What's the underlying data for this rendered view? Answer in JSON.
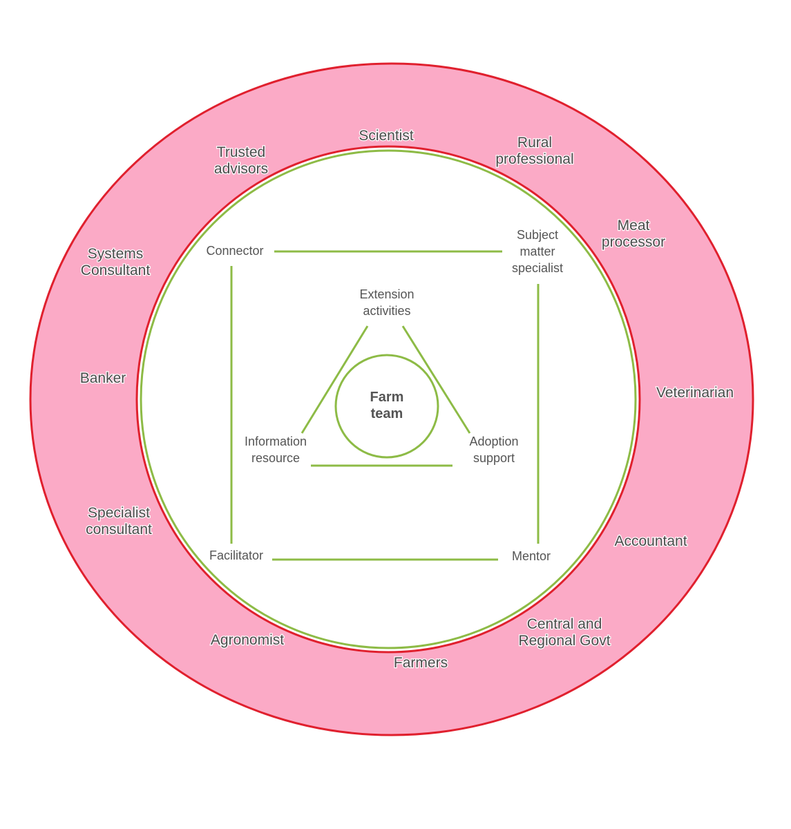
{
  "colors": {
    "outer_ring_fill": "#fbaac6",
    "ring_border": "#e0202e",
    "inner_fill": "#ffffff",
    "green": "#8dbb46",
    "text": "#555555"
  },
  "outer_ring": {
    "labels": [
      {
        "id": "scientist",
        "lines": [
          "Scientist"
        ]
      },
      {
        "id": "trusted-advisors",
        "lines": [
          "Trusted",
          "advisors"
        ]
      },
      {
        "id": "rural-professional",
        "lines": [
          "Rural",
          "professional"
        ]
      },
      {
        "id": "meat-processor",
        "lines": [
          "Meat",
          "processor"
        ]
      },
      {
        "id": "systems-consultant",
        "lines": [
          "Systems",
          "Consultant"
        ]
      },
      {
        "id": "banker",
        "lines": [
          "Banker"
        ]
      },
      {
        "id": "veterinarian",
        "lines": [
          "Veterinarian"
        ]
      },
      {
        "id": "specialist-consultant",
        "lines": [
          "Specialist",
          "consultant"
        ]
      },
      {
        "id": "accountant",
        "lines": [
          "Accountant"
        ]
      },
      {
        "id": "central-regional-govt",
        "lines": [
          "Central and",
          "Regional Govt"
        ]
      },
      {
        "id": "agronomist",
        "lines": [
          "Agronomist"
        ]
      },
      {
        "id": "farmers",
        "lines": [
          "Farmers"
        ]
      }
    ]
  },
  "square_roles": [
    {
      "id": "connector",
      "lines": [
        "Connector"
      ]
    },
    {
      "id": "subject-matter-specialist",
      "lines": [
        "Subject",
        "matter",
        "specialist"
      ]
    },
    {
      "id": "facilitator",
      "lines": [
        "Facilitator"
      ]
    },
    {
      "id": "mentor",
      "lines": [
        "Mentor"
      ]
    }
  ],
  "triangle_roles": [
    {
      "id": "extension-activities",
      "lines": [
        "Extension",
        "activities"
      ]
    },
    {
      "id": "information-resource",
      "lines": [
        "Information",
        "resource"
      ]
    },
    {
      "id": "adoption-support",
      "lines": [
        "Adoption",
        "support"
      ]
    }
  ],
  "core": {
    "lines": [
      "Farm",
      "team"
    ]
  }
}
